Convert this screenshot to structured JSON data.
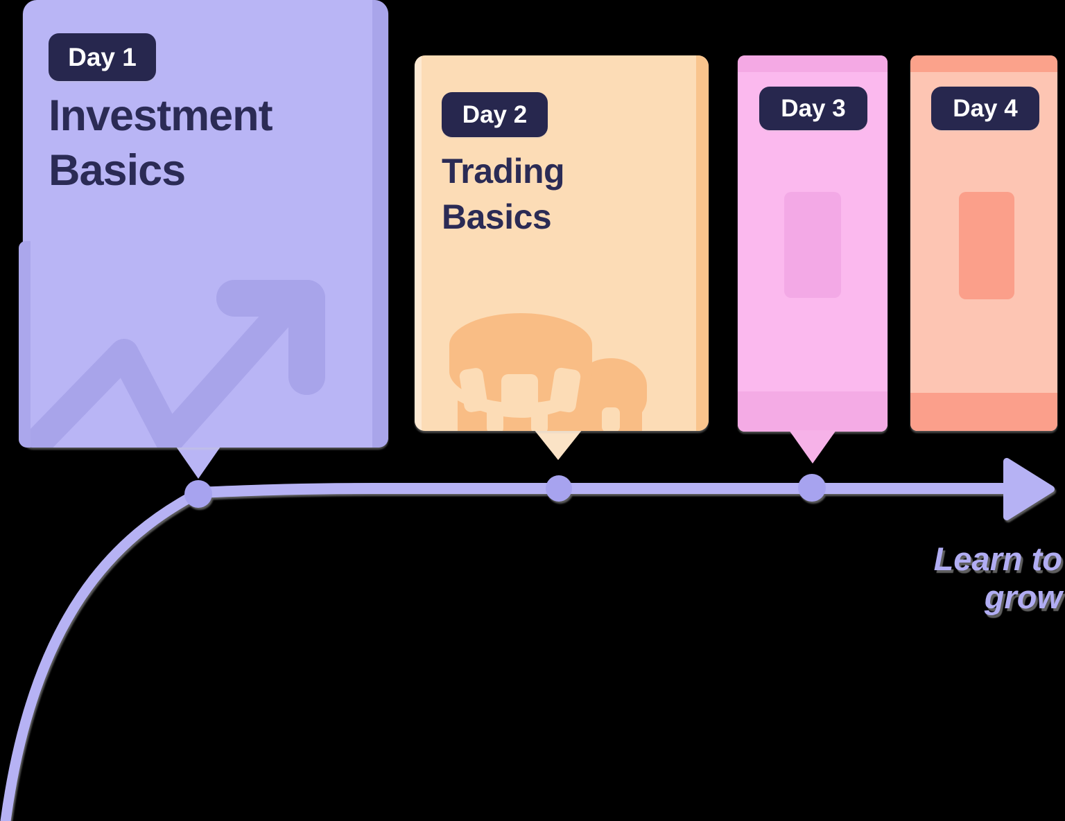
{
  "illustration": {
    "caption": "Learn to grow",
    "colors": {
      "background": "#000000",
      "badge_bg": "#27274e",
      "badge_text": "#ffffff",
      "title_text": "#2b2b55",
      "timeline": "#b6b2f4",
      "timeline_dot": "#a7a3ef",
      "day1_card": "#b9b5f5",
      "day1_accent": "#a8a4ea",
      "day2_card": "#fcdcb6",
      "day2_accent": "#f9bd85",
      "day3_card": "#fbb9ee",
      "day3_accent": "#f4a9e4",
      "day4_card": "#fdc5b3",
      "day4_accent": "#fba28b"
    },
    "cards": [
      {
        "badge": "Day 1",
        "title": "Investment Basics",
        "icon": "trend-up-arrow"
      },
      {
        "badge": "Day 2",
        "title": "Trading Basics",
        "icon": "coins"
      },
      {
        "badge": "Day 3",
        "title": "",
        "icon": "placeholder-rectangle"
      },
      {
        "badge": "Day 4",
        "title": "",
        "icon": "placeholder-rectangle"
      }
    ]
  }
}
